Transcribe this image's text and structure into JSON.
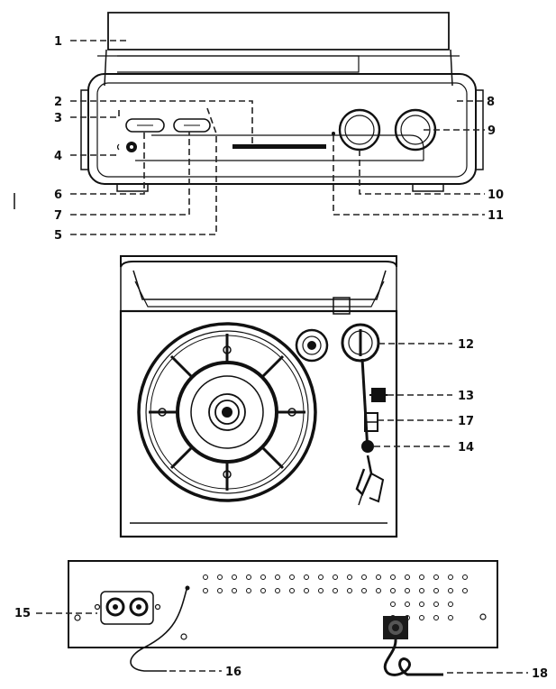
{
  "callouts": {
    "c1": "1",
    "c2": "2",
    "c3": "3",
    "c4": "4",
    "c5": "5",
    "c6": "6",
    "c7": "7",
    "c8": "8",
    "c9": "9",
    "c10": "10",
    "c11": "11",
    "c12": "12",
    "c13": "13",
    "c14": "14",
    "c15": "15",
    "c16": "16",
    "c17": "17",
    "c18": "18"
  },
  "colors": {
    "ink": "#111111",
    "paper": "#ffffff",
    "dark_fill": "#1a1a1a"
  }
}
